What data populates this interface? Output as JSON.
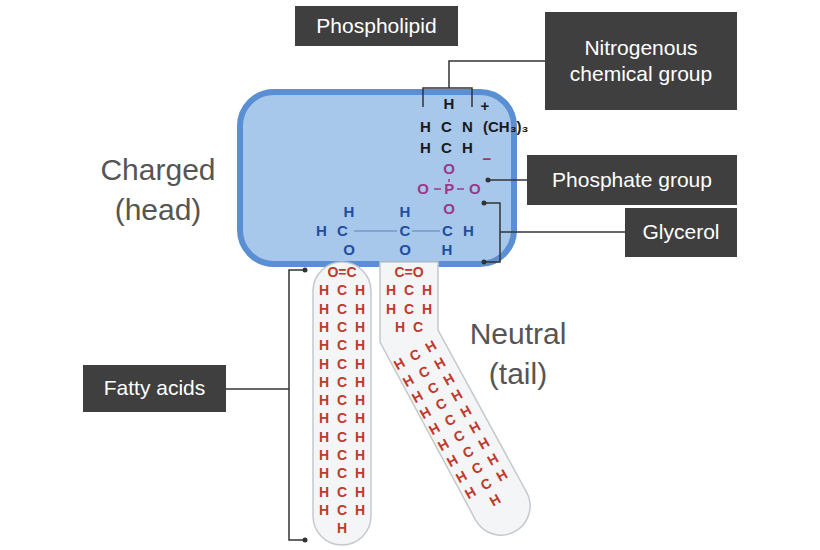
{
  "diagram": {
    "nodes": [
      {
        "text": [
          "Phospholipid"
        ]
      },
      {
        "text": [
          "Nitrogenous chemical group"
        ]
      },
      {
        "text": [
          "Phosphate group"
        ]
      },
      {
        "text": [
          "Glycerol"
        ]
      },
      {
        "text": [
          "Fatty acids"
        ]
      }
    ],
    "labels": [
      "Charged (head)",
      "Neutral (tail)",
      "H",
      "+",
      "H C N (CH₃)₃",
      "H C H",
      "O",
      "−",
      "O P O",
      "O",
      "H",
      "H C",
      "O",
      "H",
      "C",
      "O",
      "C H",
      "H",
      "O=C",
      "H C H",
      "H C H",
      "H C H",
      "H C H",
      "H C H",
      "H C H",
      "H C H",
      "H C H",
      "H C H",
      "H C H",
      "H C H",
      "H C H",
      "H C H",
      "H",
      "C=O",
      "H C H",
      "H C H",
      "H C",
      "H C H",
      "H C H",
      "H C H",
      "H C H",
      "H C H",
      "H C H",
      "H C H",
      "H C H",
      "H C H",
      "H"
    ]
  }
}
